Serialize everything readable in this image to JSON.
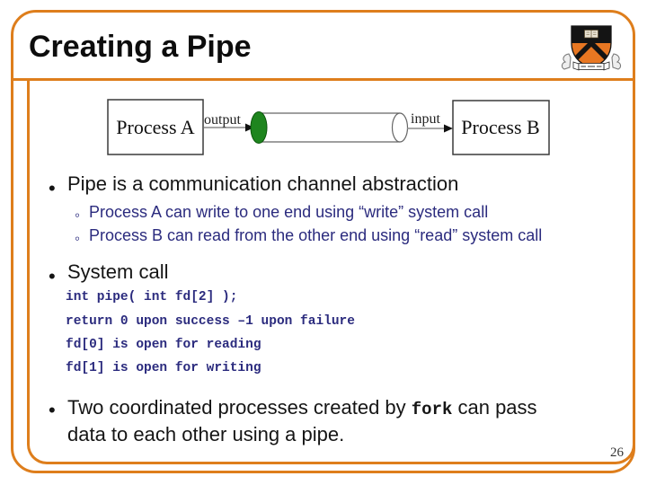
{
  "slide": {
    "title": "Creating a Pipe",
    "page_number": "26",
    "colors": {
      "frame_orange": "#DE7E1C",
      "navy_text": "#2B2B7E",
      "body_text": "#151515",
      "pipe_green": "#1E851E",
      "crest_orange": "#E87722"
    }
  },
  "logo": {
    "icon": "princeton-crest"
  },
  "diagram": {
    "process_a": "Process A",
    "process_b": "Process B",
    "output_label": "output",
    "input_label": "input"
  },
  "bullets": {
    "marker_main": "•",
    "marker_sub": "◦",
    "b1": "Pipe is a communication channel abstraction",
    "sub1": "Process A can write to one end using “write” system call",
    "sub2": "Process B can read from the other end using “read” system call",
    "b2": "System call",
    "code_lines": [
      "int pipe( int fd[2] );",
      "return 0 upon success –1 upon failure",
      "fd[0] is open for reading",
      "fd[1] is open for writing"
    ],
    "b3_pre": "Two coordinated processes created by ",
    "b3_code": "fork",
    "b3_post": " can pass",
    "b3_line2": "data to each other using a pipe."
  }
}
